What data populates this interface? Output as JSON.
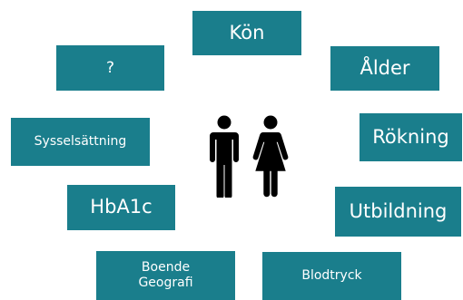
{
  "diagram": {
    "box_color": "#1a7e8c",
    "center_icon": "man-woman-icon",
    "boxes": {
      "kon": "Kön",
      "unknown": "?",
      "alder": "Ålder",
      "sysselsattning": "Sysselsättning",
      "rokning": "Rökning",
      "hba1c": "HbA1c",
      "utbildning": "Utbildning",
      "boende_line1": "Boende",
      "boende_line2": "Geografi",
      "blodtryck": "Blodtryck"
    }
  }
}
